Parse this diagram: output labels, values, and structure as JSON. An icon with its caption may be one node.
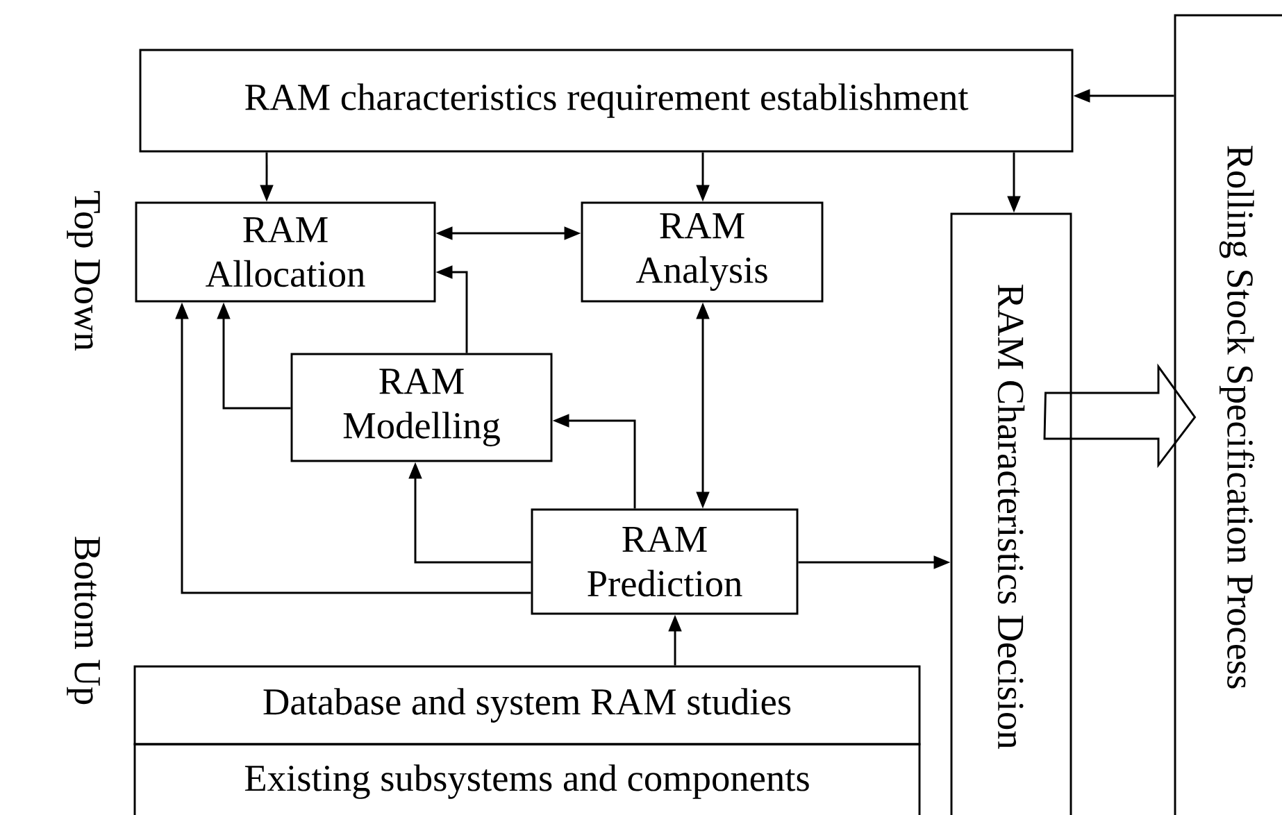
{
  "diagram": {
    "nodes": [
      {
        "text": [
          "RAM characteristics requirement establishment"
        ]
      },
      {
        "text": [
          "RAM Allocation"
        ]
      },
      {
        "text": [
          "RAM Analysis"
        ]
      },
      {
        "text": [
          "RAM Characteristics Decision"
        ]
      },
      {
        "text": [
          "Rolling Stock Specification Process"
        ]
      },
      {
        "text": [
          "RAM Modelling"
        ]
      },
      {
        "text": [
          "RAM Prediction"
        ]
      },
      {
        "text": [
          "Database and system RAM studies"
        ]
      },
      {
        "text": [
          "Existing subsystems and components"
        ]
      }
    ],
    "edges": [
      {
        "from": 0,
        "to": 1,
        "arrow": "to"
      },
      {
        "from": 0,
        "to": 2,
        "arrow": "to"
      },
      {
        "from": 0,
        "to": 3,
        "arrow": "to"
      },
      {
        "from": 4,
        "to": 0,
        "arrow": "to"
      },
      {
        "from": 1,
        "to": 2,
        "arrow": "both"
      },
      {
        "from": 5,
        "to": 1,
        "arrow": "to"
      },
      {
        "from": 5,
        "to": 1,
        "arrow": "to"
      },
      {
        "from": 6,
        "to": 1,
        "arrow": "to"
      },
      {
        "from": 6,
        "to": 5,
        "arrow": "to"
      },
      {
        "from": 6,
        "to": 5,
        "arrow": "to"
      },
      {
        "from": 2,
        "to": 6,
        "arrow": "both"
      },
      {
        "from": 6,
        "to": 3,
        "arrow": "to"
      },
      {
        "from": 7,
        "to": 6,
        "arrow": "to"
      },
      {
        "from": 3,
        "to": 4,
        "arrow": "to",
        "style": "thick"
      }
    ],
    "labels": [
      "Top Down",
      "Bottom Up"
    ]
  }
}
